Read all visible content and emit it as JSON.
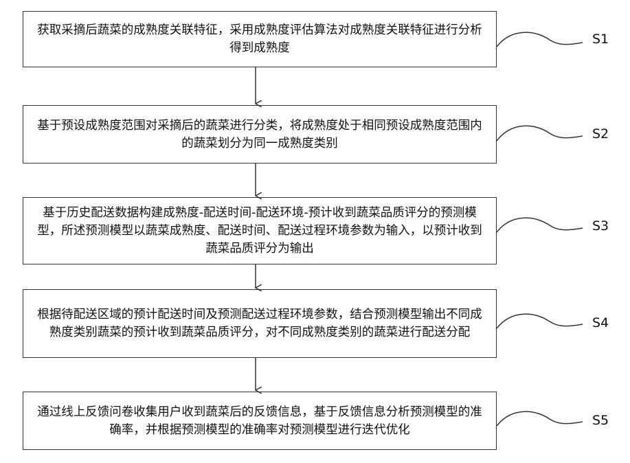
{
  "steps": [
    {
      "id": "S1",
      "text": "获取采摘后蔬菜的成熟度关联特征，采用成熟度评估算法对成熟度关联特征进行分析得到成熟度"
    },
    {
      "id": "S2",
      "text": "基于预设成熟度范围对采摘后的蔬菜进行分类，将成熟度处于相同预设成熟度范围内的蔬菜划分为同一成熟度类别"
    },
    {
      "id": "S3",
      "text": "基于历史配送数据构建成熟度-配送时间-配送环境-预计收到蔬菜品质评分的预测模型，所述预测模型以蔬菜成熟度、配送时间、配送过程环境参数为输入，以预计收到蔬菜品质评分为输出"
    },
    {
      "id": "S4",
      "text": "根据待配送区域的预计配送时间及预测配送过程环境参数，结合预测模型输出不同成熟度类别蔬菜的预计收到蔬菜品质评分，对不同成熟度类别的蔬菜进行配送分配"
    },
    {
      "id": "S5",
      "text": "通过线上反馈问卷收集用户收到蔬菜后的反馈信息，基于反馈信息分析预测模型的准确率，并根据预测模型的准确率对预测模型进行迭代优化"
    }
  ]
}
